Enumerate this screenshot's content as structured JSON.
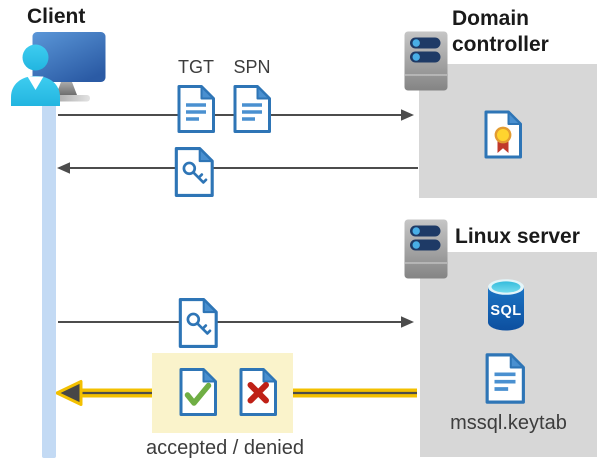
{
  "client": {
    "label": "Client"
  },
  "domain_controller": {
    "label": "Domain controller"
  },
  "linux_server": {
    "label": "Linux server",
    "sql_badge": "SQL",
    "keytab_label": "mssql.keytab"
  },
  "messages": [
    {
      "from": "client",
      "to": "domain_controller",
      "doc_labels": [
        "TGT",
        "SPN"
      ],
      "documents": [
        "tgt-document",
        "spn-document"
      ]
    },
    {
      "from": "domain_controller",
      "to": "client",
      "documents": [
        "ticket-key-document"
      ]
    },
    {
      "from": "client",
      "to": "linux_server",
      "documents": [
        "ticket-key-document"
      ]
    },
    {
      "from": "linux_server",
      "to": "client",
      "documents": [
        "accepted-document",
        "denied-document"
      ],
      "label": "accepted / denied",
      "highlighted": true
    }
  ],
  "icons": {
    "client": "user-at-computer-icon",
    "domain_controller": "server-icon, certificate-document-icon",
    "linux_server": "server-icon, sql-database-icon, keytab-document-icon",
    "documents": "paper-with-folded-corner",
    "key": "key-glyph",
    "accepted": "green-check-glyph",
    "denied": "red-x-glyph"
  },
  "colors": {
    "doc_border": "#2e75b6",
    "doc_fold": "#4a90d0",
    "doc_line": "#4a90d0",
    "box_gray": "#d7d7d7",
    "lifeline": "#c3daf4",
    "arrow": "#4c4c4c",
    "highlight": "#faf3cb",
    "yellow": "#f3c000",
    "check_green": "#6fae44",
    "cross_red": "#bf2016",
    "ribbon_red": "#c0392b",
    "seal_gold": "#ffd42e",
    "seal_ring": "#e39c31",
    "navy": "#1e3a66",
    "person_cyan": "#33c3e8",
    "sql_blue": "#0e5aab",
    "text_dark": "#3d3d3d",
    "label_black": "#1a1a1a"
  }
}
